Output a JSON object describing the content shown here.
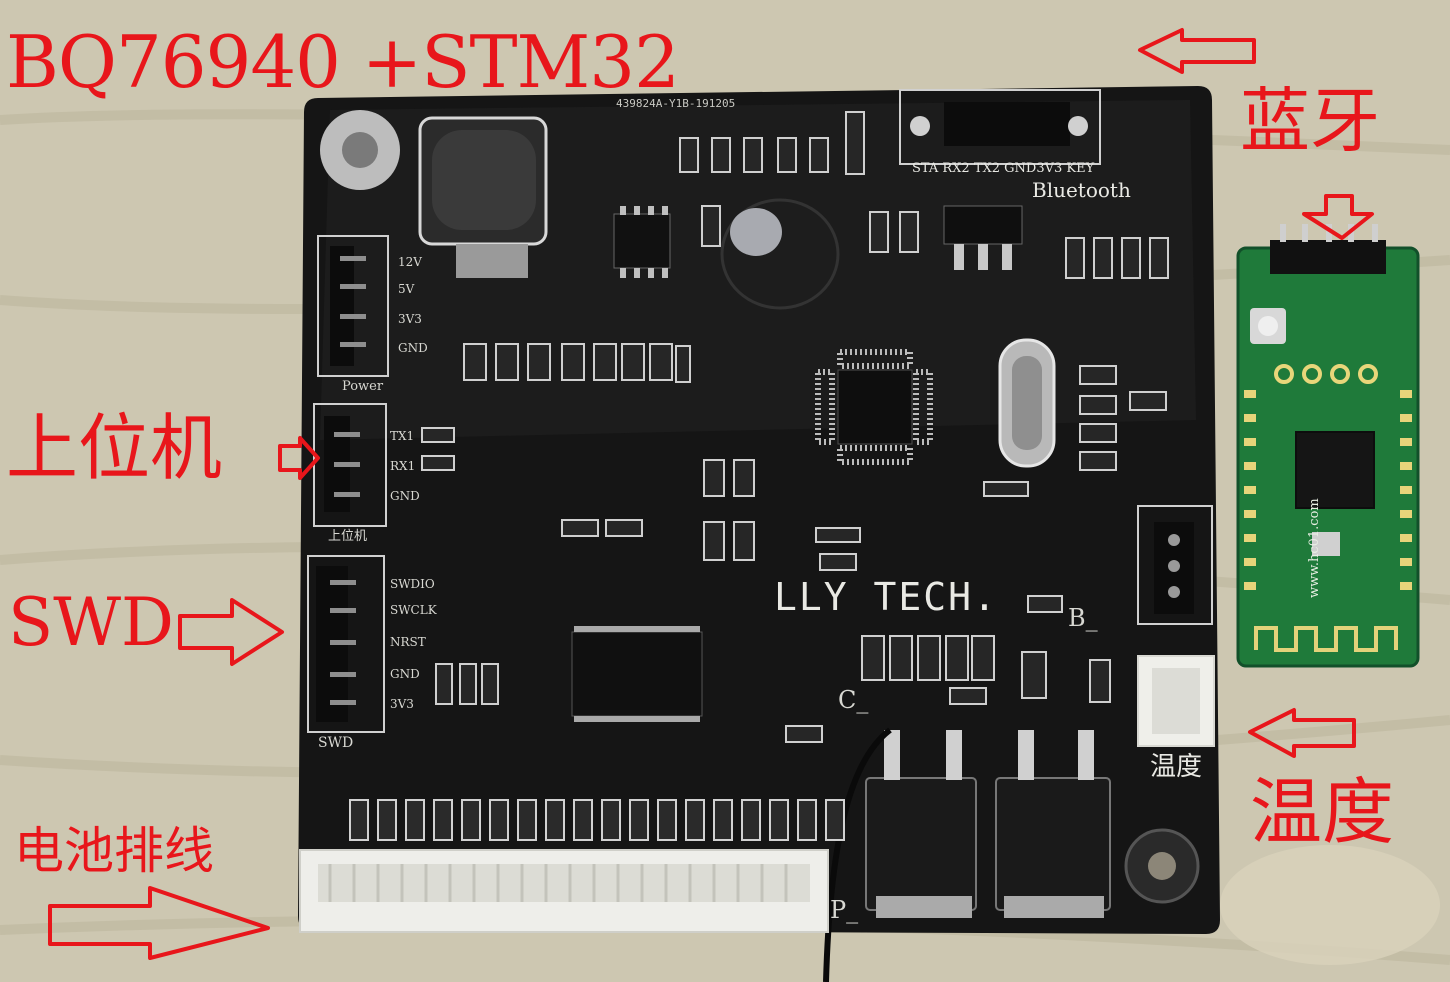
{
  "annotations": {
    "title": "BQ76940 +STM32",
    "bluetooth": "蓝牙",
    "host_computer": "上位机",
    "swd": "SWD",
    "battery_cable": "电池排线",
    "temperature": "温度"
  },
  "silkscreen": {
    "brand": "LLY TECH.",
    "bluetooth": "Bluetooth",
    "bt_pins": "STA RX2 TX2 GND3V3 KEY",
    "temperature": "温度",
    "board_id": "439824A-Y1B-191205",
    "power_pins": [
      "12V",
      "5V",
      "3V3",
      "GND"
    ],
    "power_header": "Power",
    "host_pins": [
      "TX1",
      "RX1",
      "GND"
    ],
    "host_header": "上位机",
    "swd_pins": [
      "SWDIO",
      "SWCLK",
      "NRST",
      "GND",
      "3V3"
    ],
    "swd_header": "SWD",
    "marker_b": "B_",
    "marker_c": "C_",
    "marker_p": "P_",
    "module_url": "www.hc01.com"
  },
  "colors": {
    "annotation": "#e8161b",
    "board": "#161616",
    "module": "#1f7a3a",
    "background": "#cfc9b4"
  },
  "icons": [
    "arrow-left-icon",
    "arrow-right-icon",
    "arrow-down-icon"
  ]
}
